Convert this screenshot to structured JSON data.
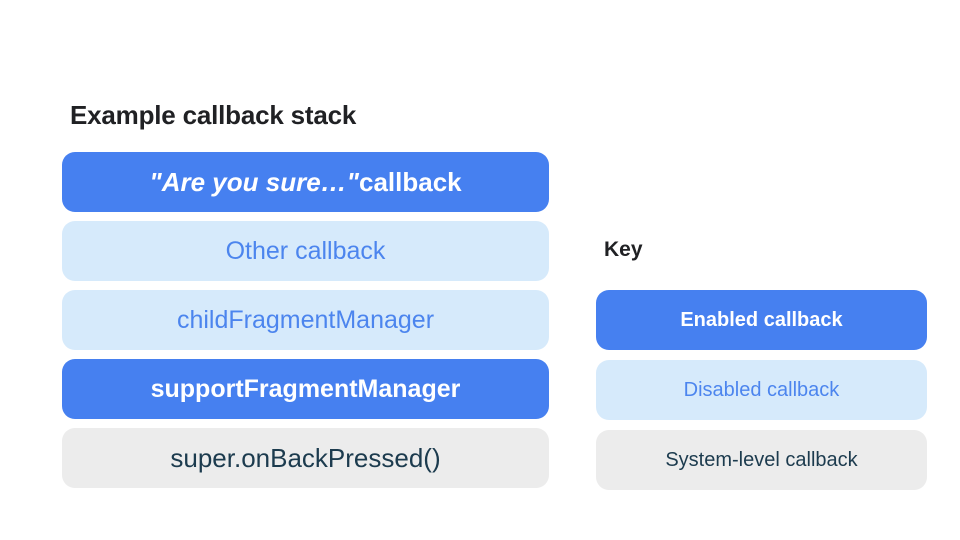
{
  "title": "Example callback stack",
  "stack": {
    "items": [
      {
        "label_italic": "\"Are you sure…\"",
        "label_rest": " callback",
        "type": "enabled"
      },
      {
        "label": "Other callback",
        "type": "disabled"
      },
      {
        "label": "childFragmentManager",
        "type": "disabled"
      },
      {
        "label": "supportFragmentManager",
        "type": "enabled"
      },
      {
        "label": "super.onBackPressed()",
        "type": "system"
      }
    ]
  },
  "key": {
    "heading": "Key",
    "items": [
      {
        "label": "Enabled callback",
        "type": "enabled"
      },
      {
        "label": "Disabled callback",
        "type": "disabled"
      },
      {
        "label": "System-level callback",
        "type": "system"
      }
    ]
  },
  "colors": {
    "enabled_bg": "#4680F0",
    "enabled_text": "#FFFFFF",
    "disabled_bg": "#D6EAFB",
    "disabled_text": "#4C85EE",
    "system_bg": "#ECECEC",
    "system_text": "#1C3B4E",
    "heading_text": "#202124"
  }
}
